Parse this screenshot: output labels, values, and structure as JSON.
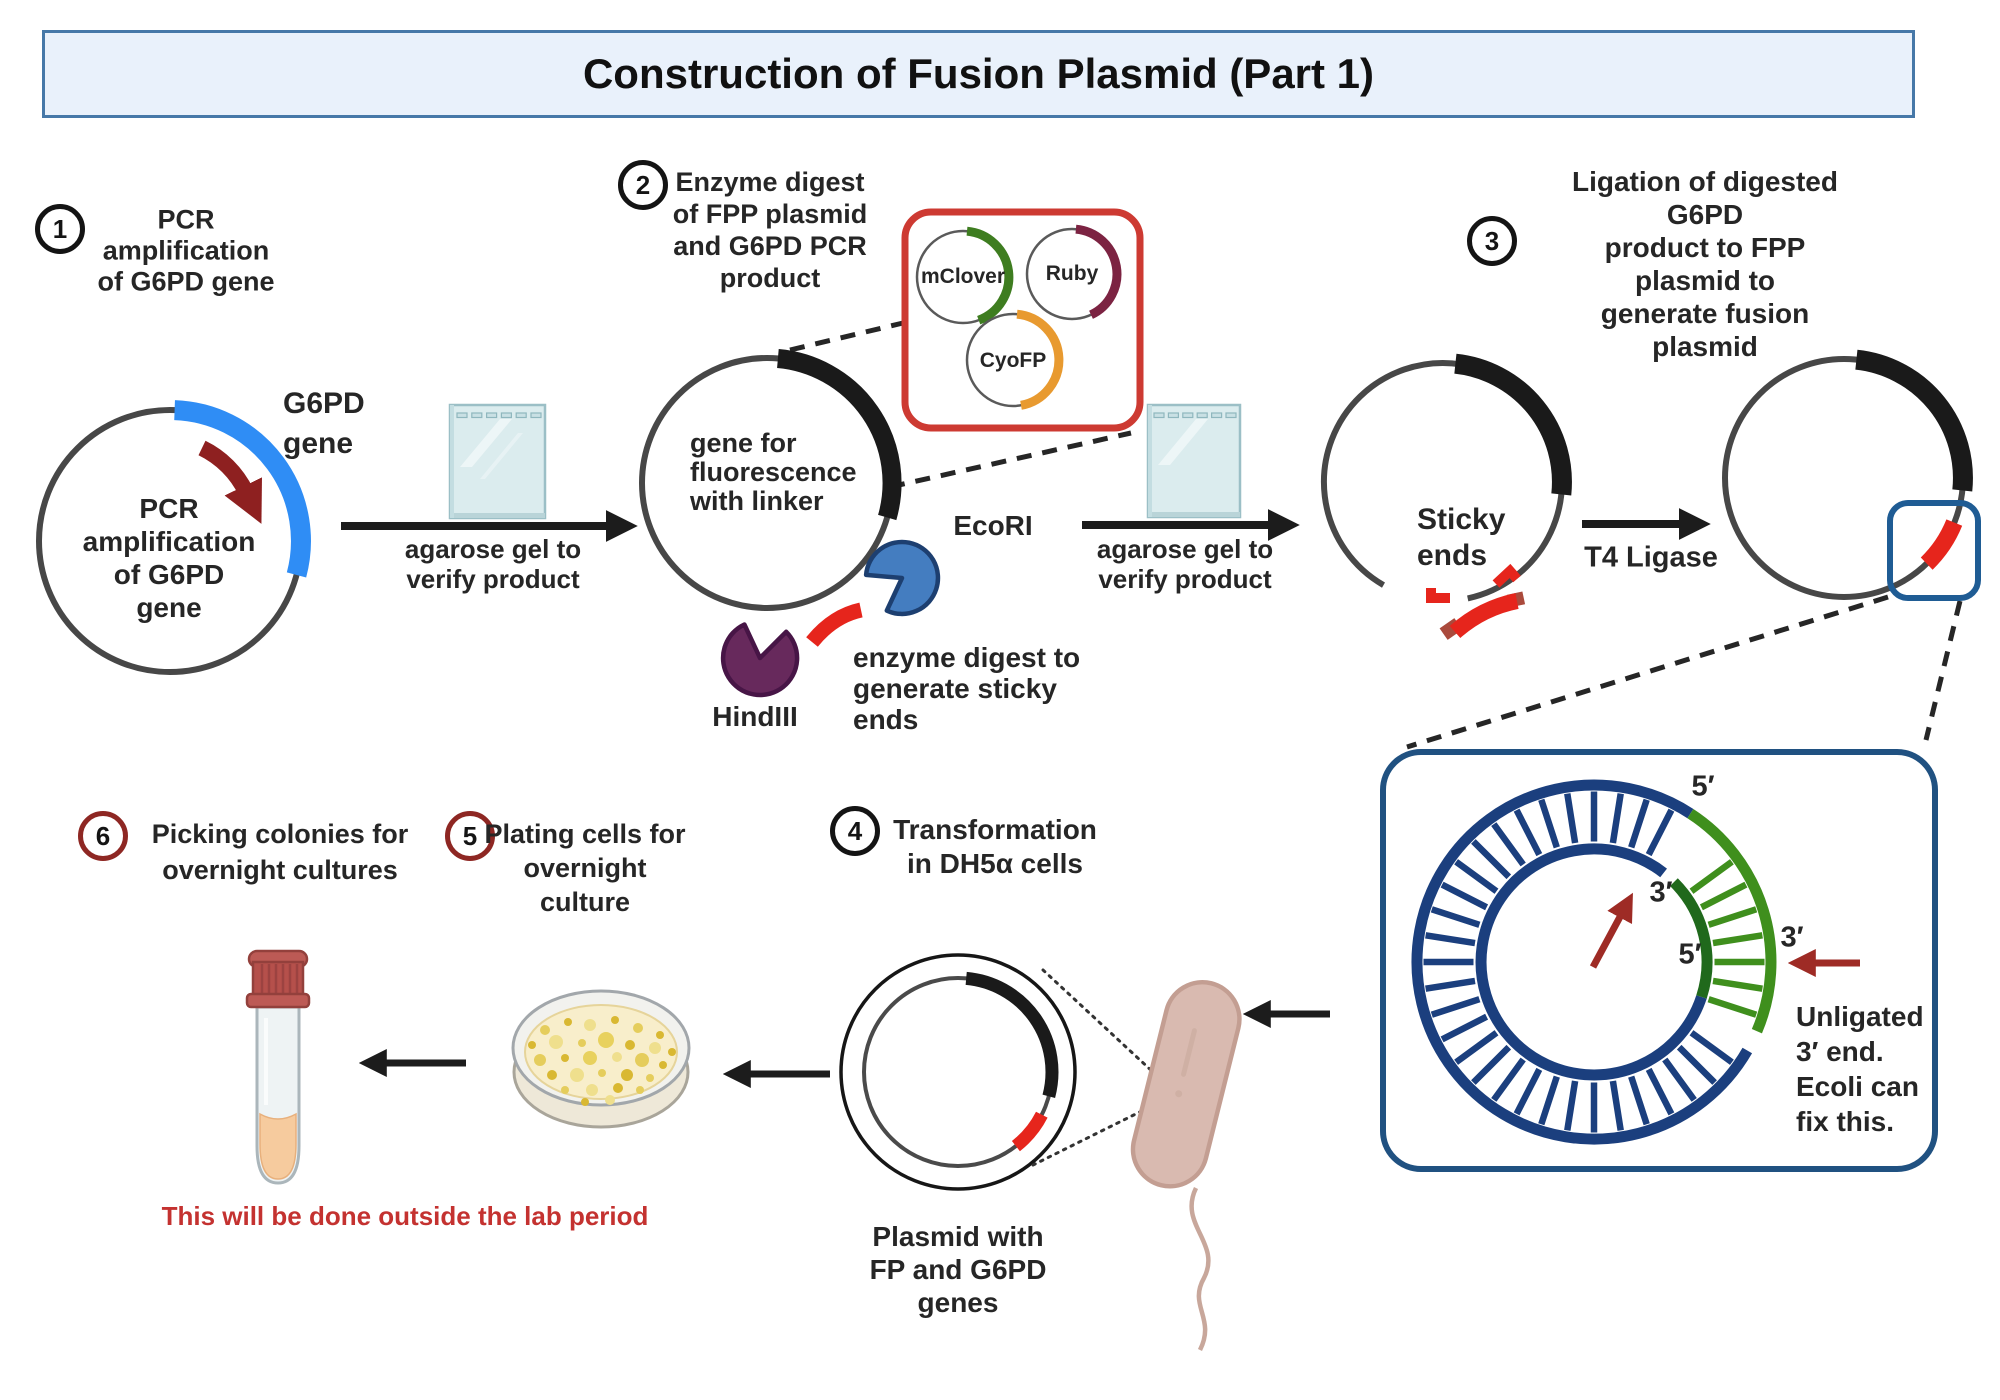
{
  "title": "Construction of Fusion Plasmid (Part 1)",
  "steps": [
    {
      "num": "1",
      "label": "PCR\namplification\nof G6PD gene"
    },
    {
      "num": "2",
      "label": "Enzyme digest\nof FPP plasmid\nand G6PD PCR\nproduct"
    },
    {
      "num": "3",
      "label": "Ligation of digested G6PD\nproduct to FPP plasmid to\ngenerate fusion plasmid"
    },
    {
      "num": "4",
      "label": "Transformation\nin DH5α cells"
    },
    {
      "num": "5",
      "label": "Plating cells for\novernight\nculture"
    },
    {
      "num": "6",
      "label": "Picking colonies for\novernight cultures"
    }
  ],
  "labels": {
    "g6pd_gene": "G6PD\ngene",
    "plasmid1_inner": "PCR\namplification\nof G6PD\ngene",
    "gel_caption": "agarose gel to\nverify product",
    "fpp_inner": "gene for\nfluorescence\nwith linker",
    "ecori": "EcoRI",
    "hindiii": "HindIII",
    "digest_note": "enzyme digest to\ngenerate sticky\nends",
    "sticky_ends": "Sticky\nends",
    "t4_ligase": "T4 Ligase",
    "plasmid4_caption": "Plasmid with\nFP and G6PD\ngenes",
    "outside_note": "This will be done outside the lab period"
  },
  "fp_options": [
    {
      "name": "mClover"
    },
    {
      "name": "Ruby"
    },
    {
      "name": "CyoFP"
    }
  ],
  "zoom_detail": {
    "five_prime_top": "5′",
    "three_prime_inner": "3′",
    "five_prime_mid": "5′",
    "three_prime_end": "3′",
    "note": "Unligated\n3′ end.\nEcoli can\nfix this."
  },
  "colors": {
    "title_bg": "#e9f1fb",
    "title_border": "#4678a8",
    "gene_blue": "#2f8df5",
    "dark_red": "#8e2020",
    "arc_black": "#1a1a1a",
    "insert_red": "#e6251c",
    "fp_box_red": "#cd3a32",
    "detail_blue": "#205181",
    "zoom_box_blue": "#1f5c94",
    "dna_navy": "#1b3f7e",
    "dna_green": "#3f8f1d",
    "dna_green_dark": "#20691c",
    "mclover_green": "#3e7d20",
    "ruby_maroon": "#7c2342",
    "cyofp_orange": "#e89a30",
    "ecori_blue": "#447dc0",
    "hindiii_purple": "#67295c",
    "note_red": "#c43230",
    "gel_fill": "#dbecee",
    "colony_yellow": "#dcbe3a",
    "bacterium_tan": "#d9bab0"
  }
}
